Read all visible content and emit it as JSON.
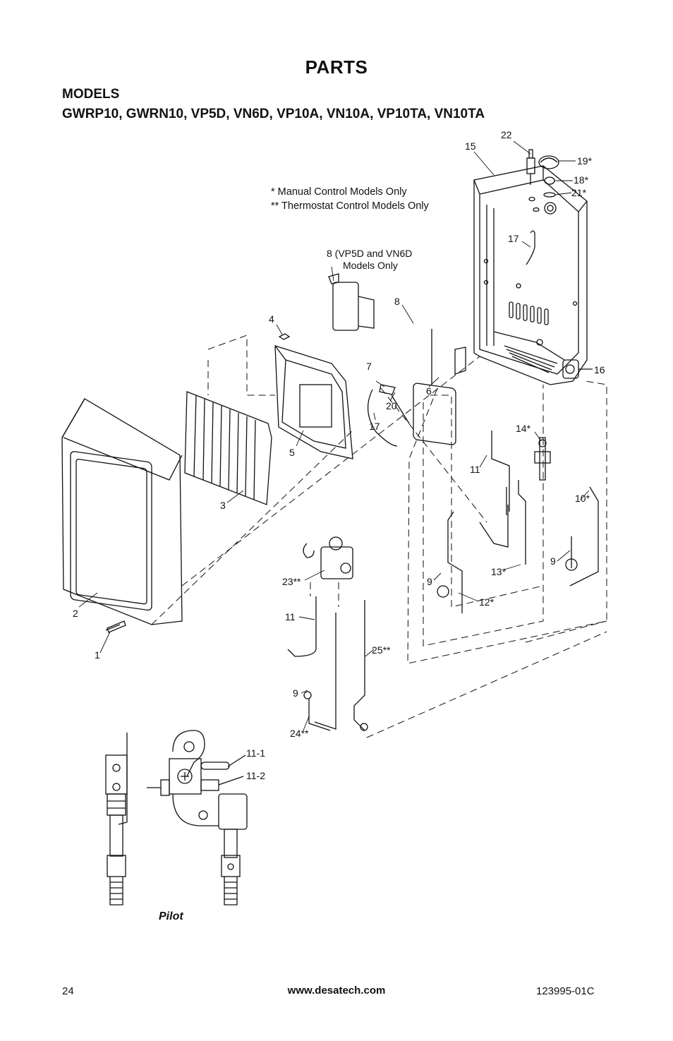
{
  "header": {
    "title": "PARTS",
    "models_line1": "MODELS",
    "models_line2": "GWRP10, GWRN10, VP5D, VN6D, VP10A, VN10A, VP10TA, VN10TA"
  },
  "notes": {
    "manual": "* Manual Control Models Only",
    "thermostat": "** Thermostat Control Models Only"
  },
  "labels": {
    "l1": "1",
    "l2": "2",
    "l3": "3",
    "l4": "4",
    "l5": "5",
    "l6": "6",
    "l7": "7",
    "l8": "8",
    "l8b_line1": "8 (VP5D and VN6D",
    "l8b_line2": "Models Only",
    "l9a": "9",
    "l9b": "9",
    "l9c": "9",
    "l10": "10*",
    "l11a": "11",
    "l11b": "11",
    "l11_1": "11-1",
    "l11_2": "11-2",
    "l12": "12*",
    "l13": "13*",
    "l14": "14*",
    "l15": "15",
    "l16": "16",
    "l17a": "17",
    "l17b": "17",
    "l18": "18*",
    "l19": "19*",
    "l20": "20",
    "l21": "21*",
    "l22": "22",
    "l23": "23**",
    "l24": "24**",
    "l25": "25**",
    "pilot": "Pilot"
  },
  "footer": {
    "page_number": "24",
    "website": "www.desatech.com",
    "doc_number": "123995-01C"
  }
}
